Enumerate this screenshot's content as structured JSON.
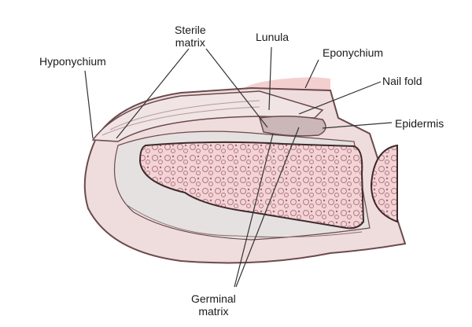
{
  "labels": {
    "sterile_matrix_1": "Sterile",
    "sterile_matrix_2": "matrix",
    "lunula": "Lunula",
    "hyponychium": "Hyponychium",
    "eponychium": "Eponychium",
    "nail_fold": "Nail fold",
    "epidermis": "Epidermis",
    "germinal_matrix_1": "Germinal",
    "germinal_matrix_2": "matrix"
  },
  "colors": {
    "skin": "#f2c9c9",
    "outline": "#6b4a4c",
    "bone": "#e8b4b8",
    "soft_tissue": "#e6e1e1",
    "leader": "#333333"
  }
}
